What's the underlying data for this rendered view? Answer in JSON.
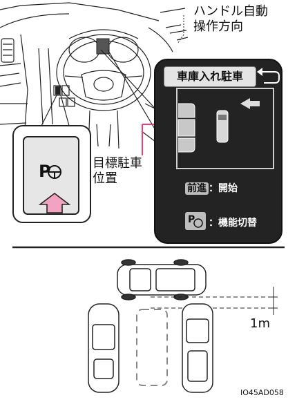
{
  "labels": {
    "steering_direction": [
      "ハンドル自動",
      "操作方向"
    ],
    "target_position": [
      "目標駐車",
      "位置"
    ],
    "distance": "1m",
    "figure_code": "IO45AD058"
  },
  "display": {
    "title": "車庫入れ駐車",
    "back_icon": "return-arrow-icon",
    "forward_key": "前進",
    "forward_text": "：開始",
    "switch_text": "：機能切替"
  },
  "switch": {
    "label": "P"
  },
  "colors": {
    "accent_pink": "#e8407a",
    "display_bg": "#222222",
    "button_arrow": "#f4a0c0"
  }
}
